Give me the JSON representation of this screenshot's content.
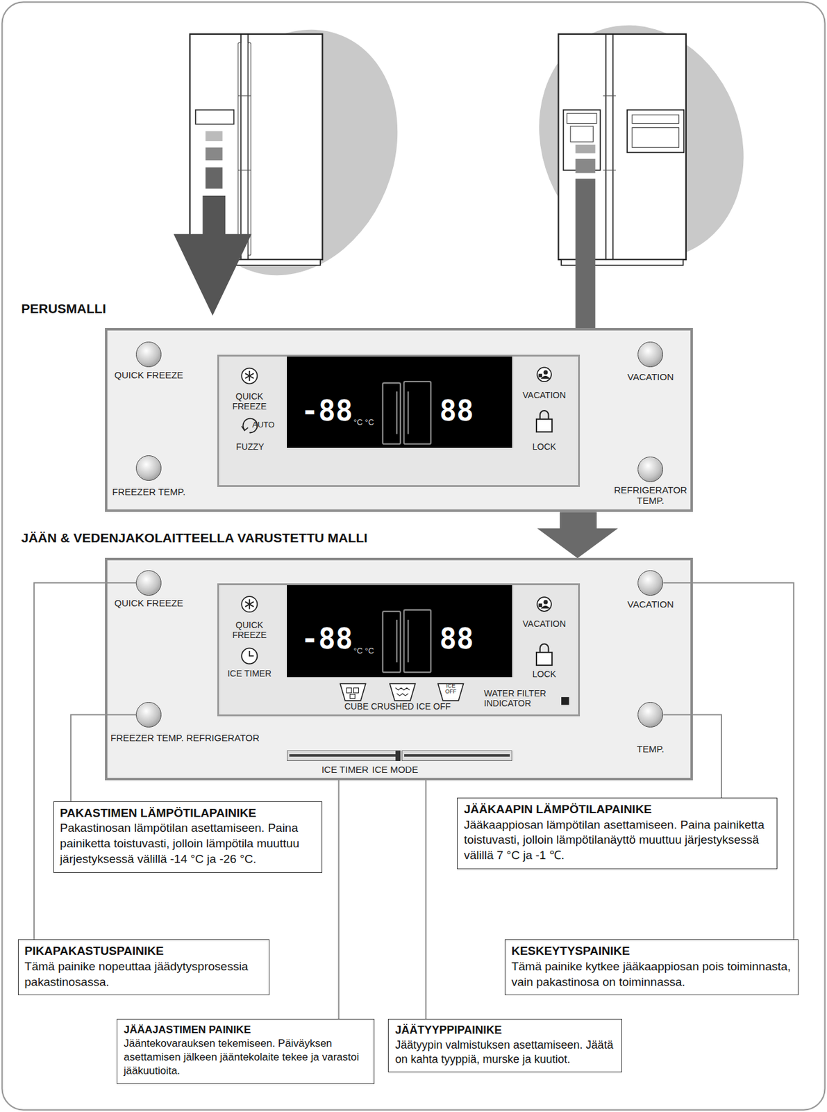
{
  "diagram": {
    "nodes": [
      {
        "text": [
          "PERUSMALLI"
        ]
      },
      {
        "text": [
          "QUICK FREEZE"
        ],
        "in": 0
      },
      {
        "text": [
          "FREEZER TEMP."
        ],
        "in": 0
      },
      {
        "text": [
          "VACATION"
        ],
        "in": 0
      },
      {
        "text": [
          "REFRIGERATOR TEMP."
        ],
        "in": 0
      },
      {
        "text": [
          "QUICK FREEZE",
          "AUTO",
          "FUZZY",
          "VACATION",
          "LOCK"
        ],
        "in": 0
      },
      {
        "text": [
          "-88",
          "°C °C",
          "88"
        ],
        "in": 5
      },
      {
        "text": [
          "JÄÄN & VEDENJAKOLAITTEELLA VARUSTETTU MALLI"
        ]
      },
      {
        "text": [
          "QUICK FREEZE"
        ],
        "in": 7
      },
      {
        "text": [
          "FREEZER TEMP. REFRIGERATOR"
        ],
        "in": 7
      },
      {
        "text": [
          "VACATION"
        ],
        "in": 7
      },
      {
        "text": [
          "TEMP."
        ],
        "in": 7
      },
      {
        "text": [
          "QUICK FREEZE",
          "ICE TIMER",
          "VACATION",
          "LOCK",
          "CUBE CRUSHED ICE OFF",
          "WATER FILTER INDICATOR"
        ],
        "in": 7
      },
      {
        "text": [
          "-88",
          "°C °C",
          "88"
        ],
        "in": 12
      },
      {
        "text": [
          "ICE TIMER"
        ],
        "in": 7
      },
      {
        "text": [
          "ICE MODE"
        ],
        "in": 7
      },
      {
        "text": [
          "PAKASTIMEN LÄMPÖTILAPAINIKE",
          "Pakastinosan lämpötilan asettamiseen. Paina painiketta toistuvasti, jolloin lämpötila muuttuu järjestyksessä välillä -14 °C ja -26 °C."
        ]
      },
      {
        "text": [
          "JÄÄKAAPIN LÄMPÖTILAPAINIKE",
          "Jääkaappiosan lämpötilan asettamiseen. Paina painiketta toistuvasti, jolloin lämpötilanäyttö muuttuu järjestyksessä välillä 7 °C ja -1 ℃."
        ]
      },
      {
        "text": [
          "PIKAPAKASTUSPAINIKE",
          "Tämä painike nopeuttaa jäädytysprosessia pakastinosassa."
        ]
      },
      {
        "text": [
          "KESKEYTYSPAINIKE",
          "Tämä painike kytkee jääkaappiosan pois toiminnasta, vain pakastinosa on toiminnassa."
        ]
      },
      {
        "text": [
          "JÄÄAJASTIMEN PAINIKE",
          "Jääntekovarauksen tekemiseen. Päiväyksen asettamisen jälkeen jääntekolaite tekee ja varastoi jääkuutioita."
        ]
      },
      {
        "text": [
          "JÄÄTYYPPIPAINIKE",
          "Jäätyypin valmistuksen asettamiseen. Jäätä on kahta tyyppiä, murske ja kuutiot."
        ]
      }
    ],
    "edges": [
      {
        "from": 9,
        "to": 16,
        "arrow": "none"
      },
      {
        "from": 11,
        "to": 17,
        "arrow": "none"
      },
      {
        "from": 8,
        "to": 18,
        "arrow": "none"
      },
      {
        "from": 10,
        "to": 19,
        "arrow": "none"
      },
      {
        "from": 14,
        "to": 20,
        "arrow": "none"
      },
      {
        "from": 15,
        "to": 21,
        "arrow": "none"
      }
    ],
    "labels": [
      "ICE OFF"
    ]
  }
}
